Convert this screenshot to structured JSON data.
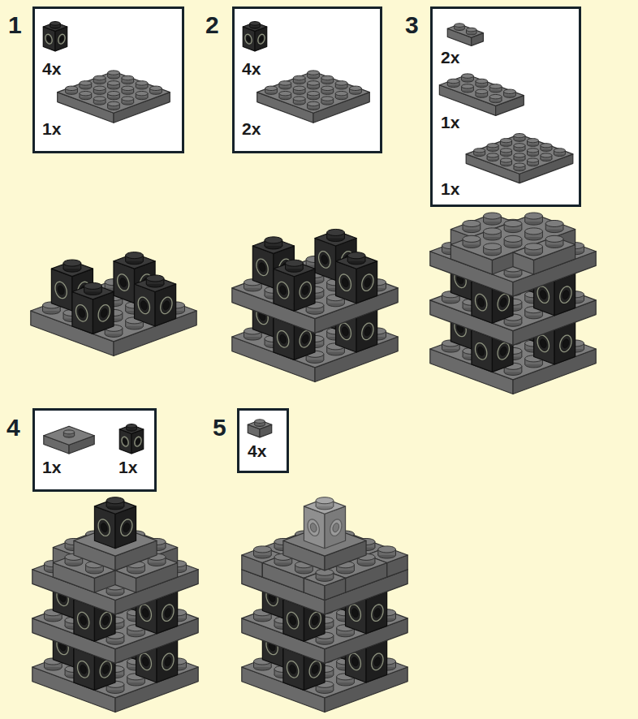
{
  "diagram": {
    "nodes": [
      {
        "text": [
          "4x",
          "1x"
        ]
      },
      {
        "text": [
          "4x",
          "2x"
        ]
      },
      {
        "text": [
          "2x",
          "1x",
          "1x"
        ]
      },
      {
        "text": [
          "1x",
          "1x"
        ]
      },
      {
        "text": [
          "4x"
        ]
      }
    ],
    "labels": [
      "1",
      "2",
      "3",
      "4",
      "5"
    ]
  }
}
